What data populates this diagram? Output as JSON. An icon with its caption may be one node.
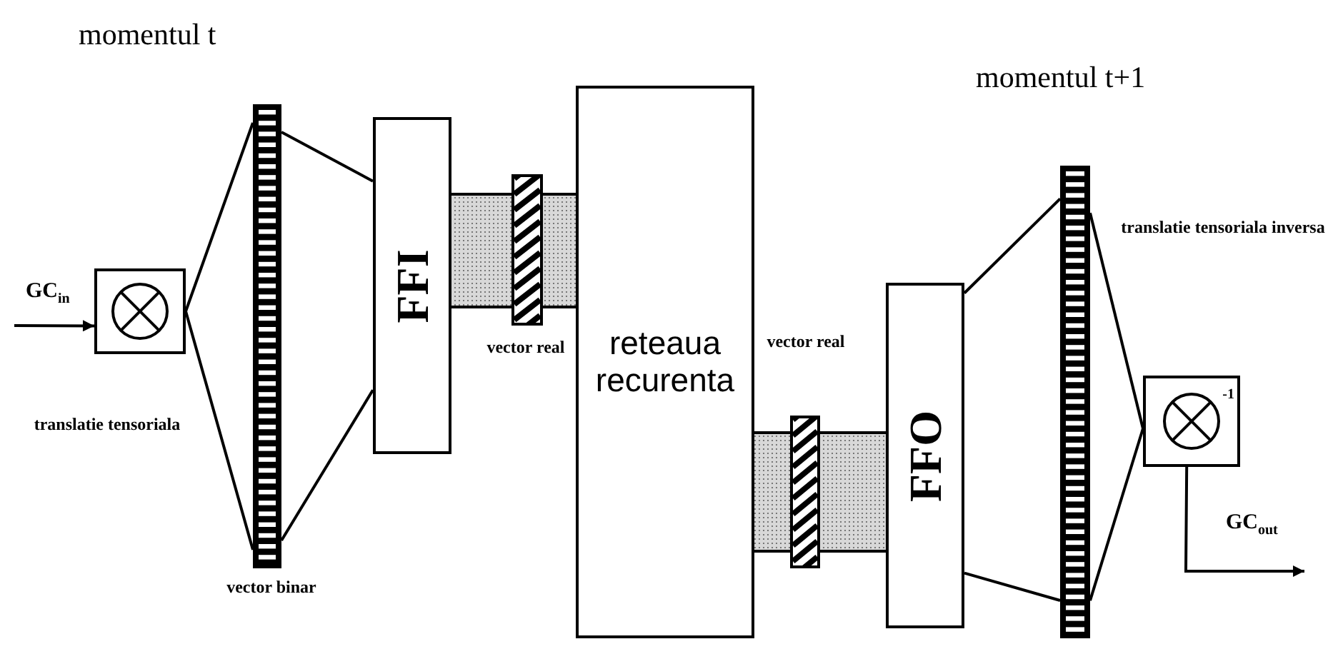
{
  "diagram": {
    "nodes": [
      {
        "text": [],
        "shape": "box",
        "beside": [
          "translatie tensoriala"
        ]
      },
      {
        "text": [],
        "shape": "bar",
        "beside": [
          "vector binar"
        ]
      },
      {
        "text": [
          "FFI"
        ]
      },
      {
        "text": [],
        "shape": "bar",
        "beside": [
          "vector real"
        ]
      },
      {
        "text": [
          "reteaua recurenta"
        ]
      },
      {
        "text": [],
        "shape": "bar"
      },
      {
        "text": [
          "FFO"
        ]
      },
      {
        "text": [],
        "shape": "bar"
      },
      {
        "text": [
          "-1"
        ]
      }
    ],
    "edges": [
      {
        "from": null,
        "to": 0,
        "arrow": "to",
        "label": "GC$_{in}$"
      },
      {
        "from": 0,
        "to": 1,
        "arrow": "none"
      },
      {
        "from": 0,
        "to": 1,
        "arrow": "none"
      },
      {
        "from": 1,
        "to": 2,
        "arrow": "none"
      },
      {
        "from": 1,
        "to": 2,
        "arrow": "none"
      },
      {
        "from": 2,
        "to": 3,
        "arrow": "none",
        "style": "thick"
      },
      {
        "from": 3,
        "to": 4,
        "arrow": "none",
        "style": "thick"
      },
      {
        "from": 4,
        "to": 5,
        "arrow": "none",
        "style": "thick"
      },
      {
        "from": 5,
        "to": 6,
        "arrow": "none",
        "style": "thick"
      },
      {
        "from": 6,
        "to": 7,
        "arrow": "none"
      },
      {
        "from": 6,
        "to": 7,
        "arrow": "none"
      },
      {
        "from": 7,
        "to": 8,
        "arrow": "none"
      },
      {
        "from": 7,
        "to": 8,
        "arrow": "none"
      },
      {
        "from": 8,
        "to": null,
        "arrow": "to",
        "label": "GC$_{out}$"
      }
    ],
    "labels": [
      "momentul t",
      "momentul t+1",
      "translatie tensoriala inversa",
      "vector real"
    ]
  }
}
